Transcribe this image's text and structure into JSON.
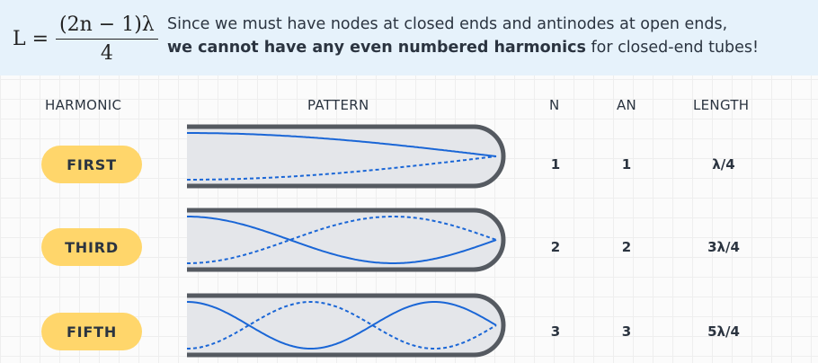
{
  "formula": {
    "lhs": "L =",
    "numerator": "(2n − 1)λ",
    "denominator": "4"
  },
  "note": {
    "line1": "Since we must have nodes at closed ends and antinodes at open ends,",
    "line2_bold": "we cannot have any even numbered harmonics",
    "line2_rest": " for closed-end tubes!"
  },
  "table": {
    "headers": {
      "harmonic": "HARMONIC",
      "pattern": "PATTERN",
      "n": "N",
      "an": "AN",
      "length": "LENGTH"
    },
    "rows": [
      {
        "harmonic": "FIRST",
        "n": "1",
        "an": "1",
        "length": "λ/4",
        "quarter_waves": 1
      },
      {
        "harmonic": "THIRD",
        "n": "2",
        "an": "2",
        "length": "3λ/4",
        "quarter_waves": 3
      },
      {
        "harmonic": "FIFTH",
        "n": "3",
        "an": "3",
        "length": "5λ/4",
        "quarter_waves": 5
      }
    ]
  },
  "colors": {
    "banner": "#e6f2fb",
    "pill": "#ffd66b",
    "wave": "#1a66d6",
    "tube_fill": "#e4e6ea",
    "tube_stroke": "#555a61"
  }
}
